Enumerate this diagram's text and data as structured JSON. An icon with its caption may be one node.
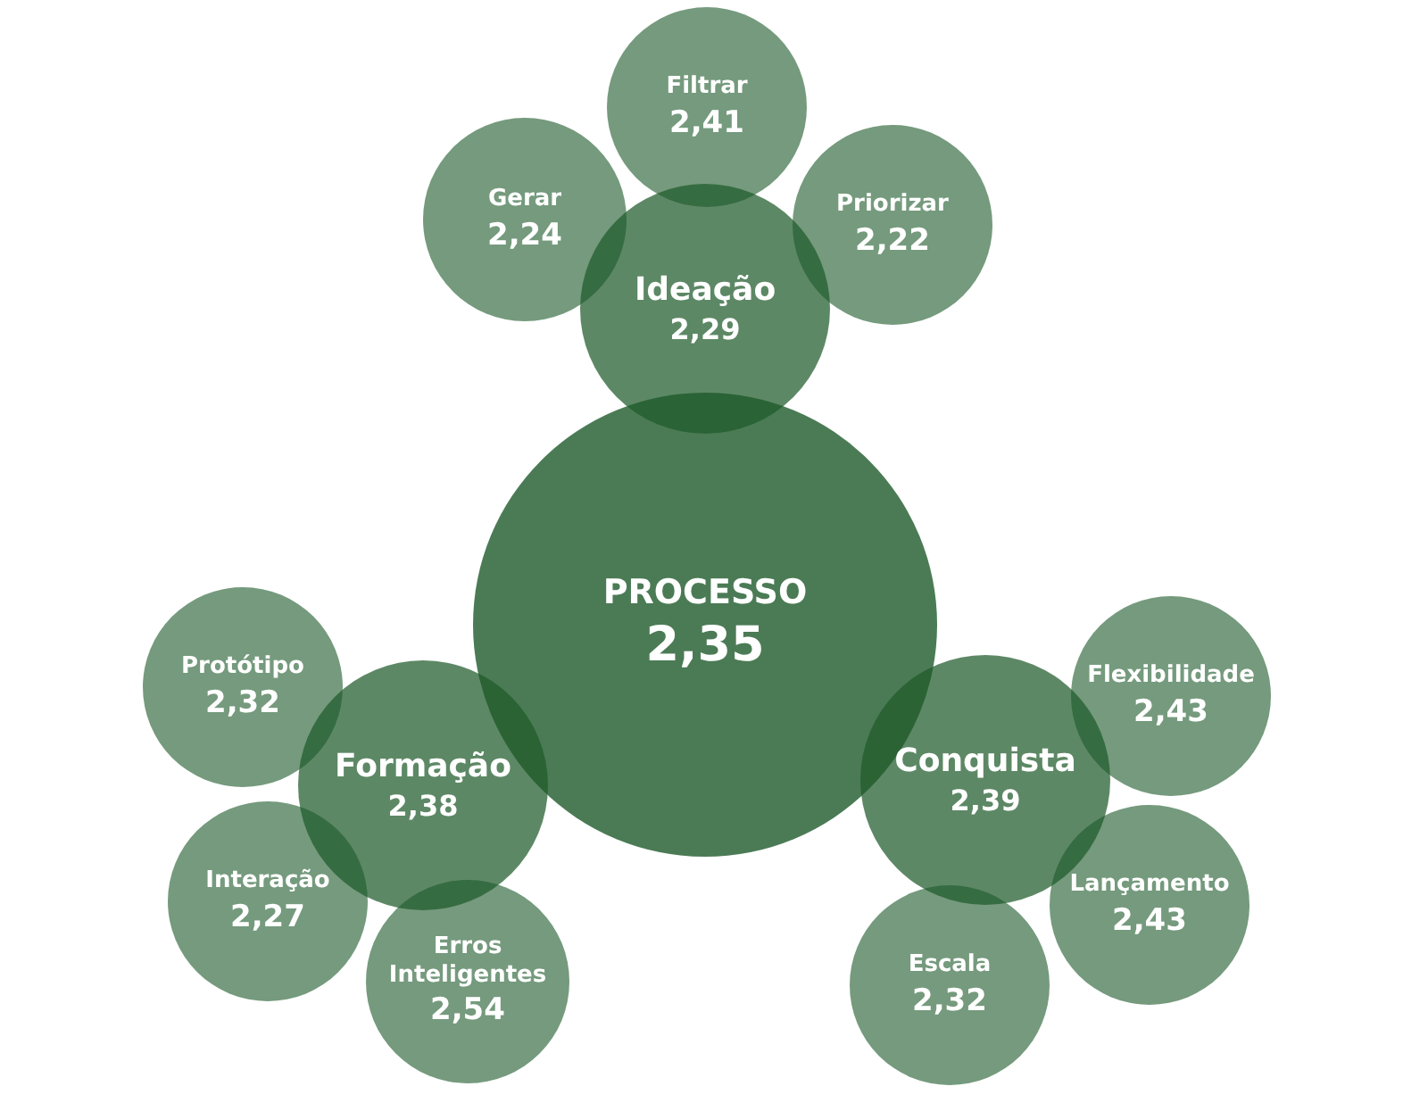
{
  "diagram": {
    "nodes": [
      {
        "text": [
          "Filtrar",
          "2,41"
        ]
      },
      {
        "text": [
          "Gerar",
          "2,24"
        ]
      },
      {
        "text": [
          "Priorizar",
          "2,22"
        ]
      },
      {
        "text": [
          "Ideação",
          "2,29"
        ]
      },
      {
        "text": [
          "PROCESSO",
          "2,35"
        ]
      },
      {
        "text": [
          "Protótipo",
          "2,32"
        ]
      },
      {
        "text": [
          "Flexibilidade",
          "2,43"
        ]
      },
      {
        "text": [
          "Formação",
          "2,38"
        ]
      },
      {
        "text": [
          "Conquista",
          "2,39"
        ]
      },
      {
        "text": [
          "Interação",
          "2,27"
        ]
      },
      {
        "text": [
          "Lançamento",
          "2,43"
        ]
      },
      {
        "text": [
          "Erros Inteligentes",
          "2,54"
        ]
      },
      {
        "text": [
          "Escala",
          "2,32"
        ]
      }
    ]
  }
}
